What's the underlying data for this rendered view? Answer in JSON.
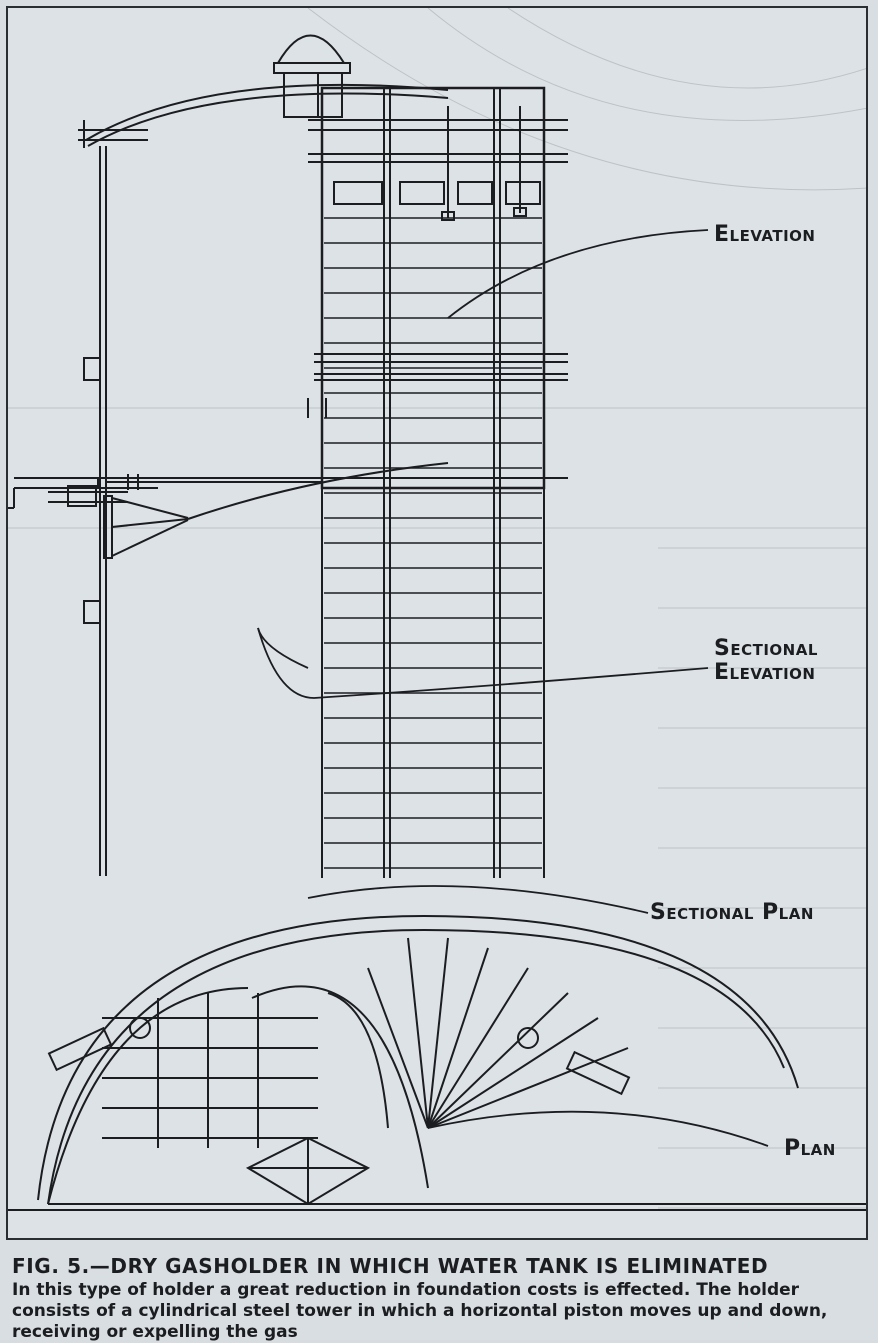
{
  "labels": {
    "elevation": "Elevation",
    "sectional_elevation_line1": "Sectional",
    "sectional_elevation_line2": "Elevation",
    "sectional_plan": "Sectional Plan",
    "plan": "Plan"
  },
  "caption": {
    "title": "FIG. 5.—DRY GASHOLDER IN WHICH WATER TANK IS ELIMINATED",
    "body": "In this type of holder a great reduction in foundation costs is effected. The holder consists of a cylindrical steel tower in which a horizontal piston moves up and down, receiving or expelling the gas"
  },
  "colors": {
    "ink": "#1b1d20",
    "paper": "#dde2e6",
    "ghost": "#b9bfc4"
  }
}
